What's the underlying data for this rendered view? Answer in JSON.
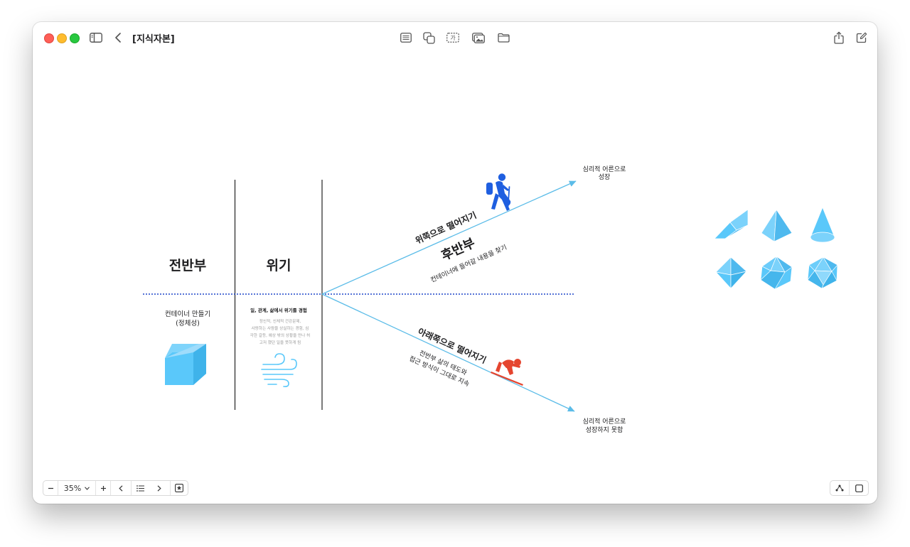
{
  "window": {
    "title": "[지식자본]"
  },
  "toolbar": {
    "zoom": "35%"
  },
  "board": {
    "section_left": {
      "title": "전반부",
      "subtitle": "컨테이너 만들기\n(정체성)"
    },
    "section_mid": {
      "title": "위기",
      "heading": "일, 관계, 삶에서 위기를 경험",
      "body": "정신적, 신체적 건강문제,\n사랑하는 사람을 상실하는 경험, 심\n각한 갈등, 예상 밖의 상황을 만나 허\n고저 했던 일을 못하게 됨"
    },
    "upper_branch": {
      "label": "위쪽으로 떨어지기",
      "title": "후반부",
      "subtitle": "컨테이너에 들어갈 내용을 찾기",
      "outcome": "심리적 어른으로\n성장"
    },
    "lower_branch": {
      "label": "아래쪽으로 떨어지기",
      "subtitle": "전반부 삶의 태도와\n접근 방식이 그대로 지속",
      "outcome": "심리적 어른으로\n성장하지 못함"
    }
  },
  "colors": {
    "accent_blue": "#5ac8fa",
    "hiker_blue": "#1f5fe0",
    "skier_red": "#e5452f",
    "dotted_line": "#1e46c8",
    "arrow_line": "#5bbce8"
  },
  "icons": [
    "sidebar-icon",
    "back-icon",
    "list-icon",
    "shapes-icon",
    "textbox-icon",
    "media-icon",
    "folder-icon",
    "share-icon",
    "compose-icon",
    "hiker-icon",
    "skier-icon",
    "wind-icon",
    "cube-icon"
  ]
}
